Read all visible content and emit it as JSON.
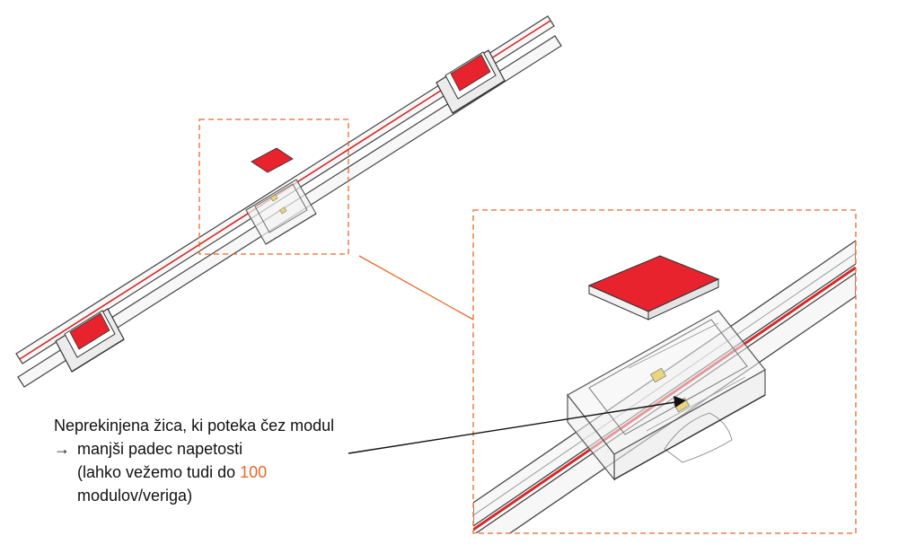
{
  "colors": {
    "accent_orange": "#e8692a",
    "module_red": "#e8232e",
    "wire_red": "#d42a2a",
    "outline": "#444444",
    "wire_fill": "#f7f7f7"
  },
  "icons": {
    "bullet": "right-arrow-icon"
  },
  "caption": {
    "line1": "Neprekinjena žica, ki poteka čez modul",
    "arrow_glyph": "→",
    "line2": "manjši padec napetosti",
    "line3_prefix": "(lahko vežemo tudi do ",
    "line3_highlight": "100",
    "line4": "modulov/veriga)"
  }
}
